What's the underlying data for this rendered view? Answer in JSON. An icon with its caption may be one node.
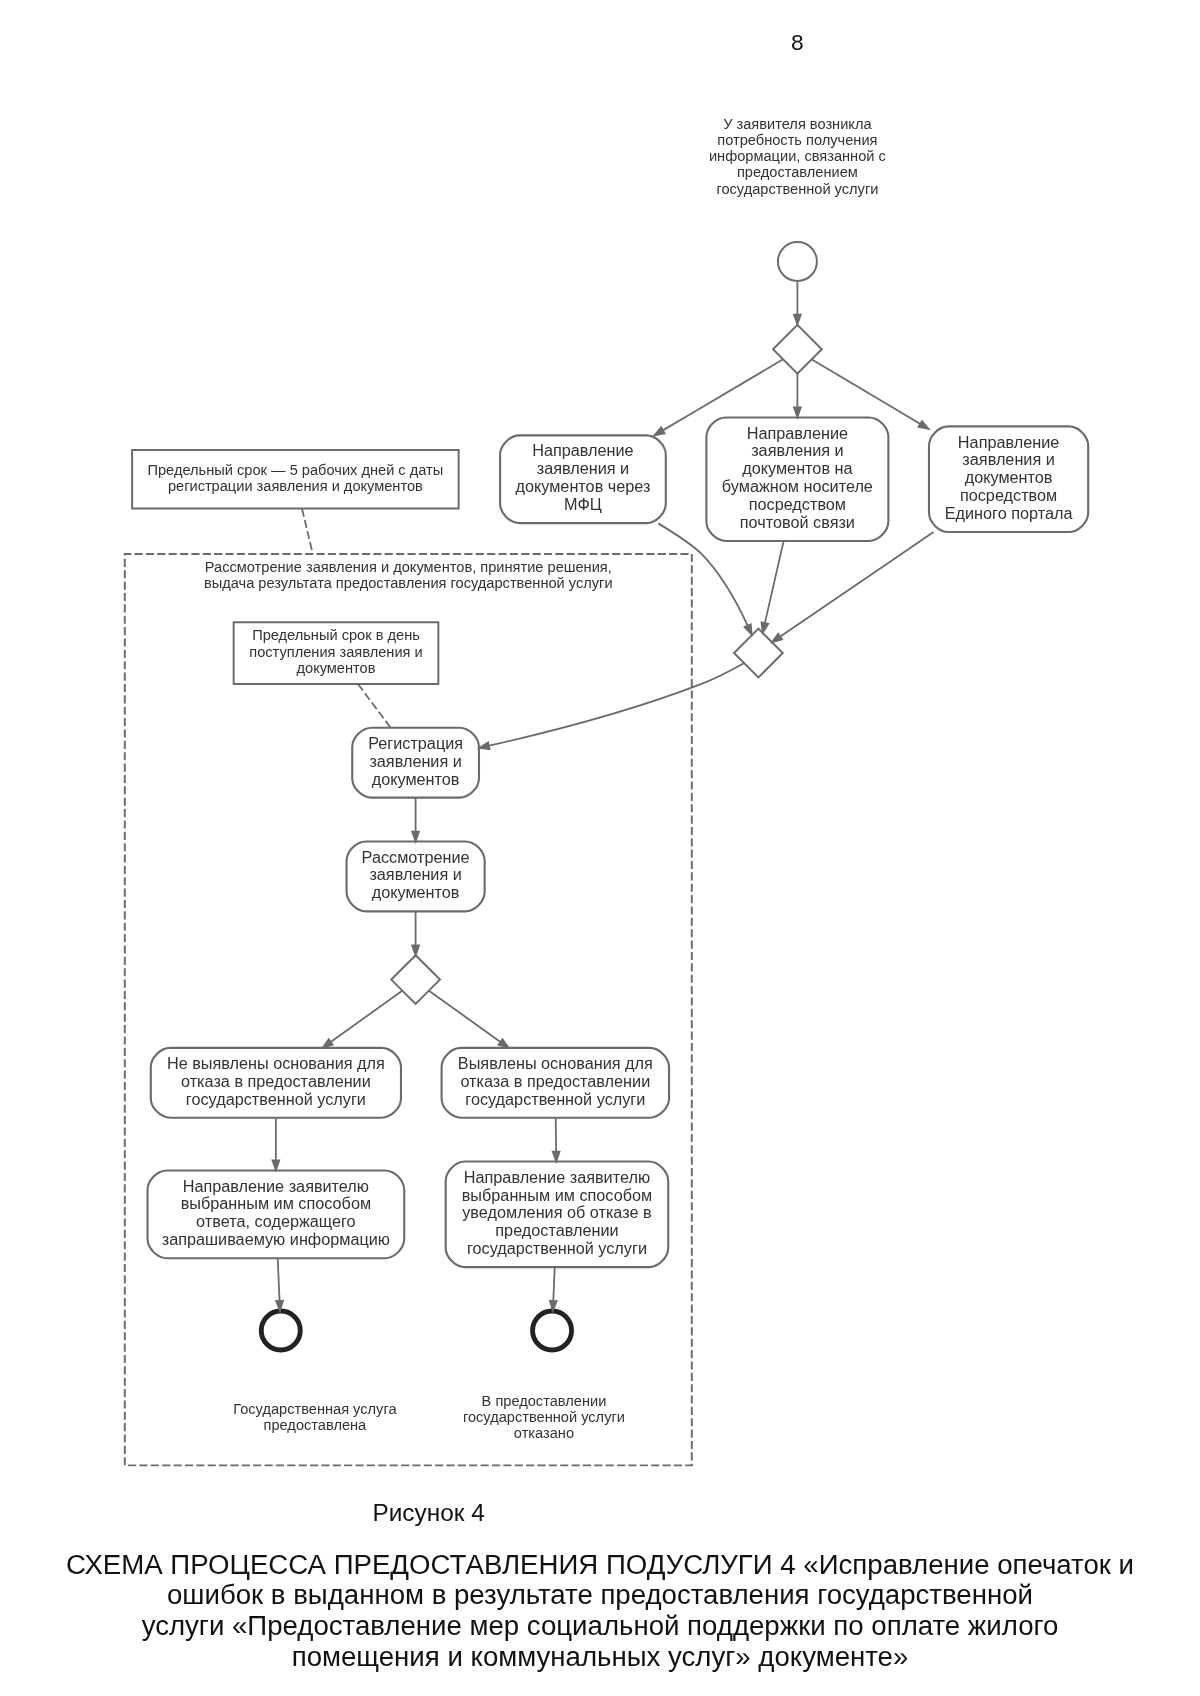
{
  "diagram": {
    "caption": "СХЕМА ПРОЦЕССА ПРЕДОСТАВЛЕНИЯ ПОДУСЛУГИ 4 «Исправление опечаток и ошибок в выданном в результате предоставления государственной услуги «Предоставление мер социальной поддержки по оплате жилого помещения и коммунальных услуг» документе»",
    "nodes": [
      {
        "text": [],
        "shape": "circle",
        "beside": [
          "У заявителя возникла потребность получения информации, связанной с предоставлением государственной услуги"
        ]
      },
      {
        "text": [],
        "shape": "diamond"
      },
      {
        "text": [
          "Направление заявления и документов через МФЦ"
        ]
      },
      {
        "text": [
          "Направление заявления и документов на бумажном носителе посредством почтовой связи"
        ]
      },
      {
        "text": [
          "Направление заявления и документов посредством Единого портала"
        ]
      },
      {
        "text": [],
        "shape": "diamond"
      },
      {
        "text": [
          "Предельный срок — 5 рабочих дней с даты регистрации заявления и документов"
        ]
      },
      {
        "text": [
          "Рассмотрение заявления и документов, принятие решения, выдача результата предоставления государственной услуги"
        ]
      },
      {
        "text": [
          "Предельный срок в день поступления заявления и документов"
        ],
        "in": 7
      },
      {
        "text": [
          "Регистрация заявления и документов"
        ],
        "in": 7
      },
      {
        "text": [
          "Рассмотрение заявления и документов"
        ],
        "in": 7
      },
      {
        "text": [],
        "shape": "diamond",
        "in": 7
      },
      {
        "text": [
          "Не выявлены основания для отказа в предоставлении государственной услуги"
        ],
        "in": 7
      },
      {
        "text": [
          "Выявлены основания для отказа в предоставлении государственной услуги"
        ],
        "in": 7
      },
      {
        "text": [
          "Направление заявителю выбранным им способом ответа, содержащего запрашиваемую информацию"
        ],
        "in": 7
      },
      {
        "text": [
          "Направление заявителю выбранным им способом уведомления об отказе в предоставлении государственной услуги"
        ],
        "in": 7
      },
      {
        "text": [],
        "shape": "circle",
        "in": 7,
        "beside": [
          "Государственная услуга предоставлена"
        ]
      },
      {
        "text": [],
        "shape": "circle",
        "in": 7,
        "beside": [
          "В предоставлении государственной услуги отказано"
        ]
      }
    ],
    "edges": [
      {
        "from": 0,
        "to": 1,
        "arrow": "to"
      },
      {
        "from": 1,
        "to": 2,
        "arrow": "to"
      },
      {
        "from": 1,
        "to": 3,
        "arrow": "to"
      },
      {
        "from": 1,
        "to": 4,
        "arrow": "to"
      },
      {
        "from": 2,
        "to": 5,
        "arrow": "to"
      },
      {
        "from": 3,
        "to": 5,
        "arrow": "to"
      },
      {
        "from": 4,
        "to": 5,
        "arrow": "to"
      },
      {
        "from": 5,
        "to": 9,
        "arrow": "to"
      },
      {
        "from": 6,
        "to": 7,
        "arrow": "none",
        "style": "dashed"
      },
      {
        "from": 8,
        "to": 9,
        "arrow": "none",
        "style": "dashed"
      },
      {
        "from": 9,
        "to": 10,
        "arrow": "to"
      },
      {
        "from": 10,
        "to": 11,
        "arrow": "to"
      },
      {
        "from": 11,
        "to": 12,
        "arrow": "to"
      },
      {
        "from": 11,
        "to": 13,
        "arrow": "to"
      },
      {
        "from": 12,
        "to": 14,
        "arrow": "to"
      },
      {
        "from": 13,
        "to": 15,
        "arrow": "to"
      },
      {
        "from": 14,
        "to": 16,
        "arrow": "to"
      },
      {
        "from": 15,
        "to": 17,
        "arrow": "to"
      }
    ],
    "labels": [
      "8",
      "Рисунок 4"
    ]
  }
}
